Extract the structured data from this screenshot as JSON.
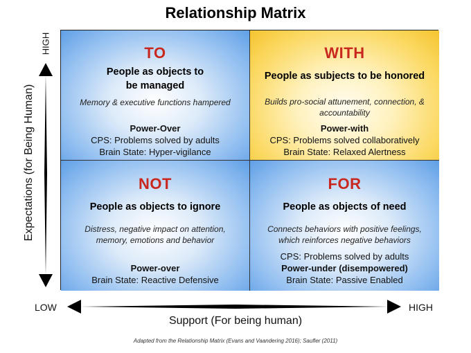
{
  "title": "Relationship Matrix",
  "y_axis": {
    "label": "Expectations (for Being Human)",
    "high": "HIGH"
  },
  "x_axis": {
    "label": "Support (For being human)",
    "low": "LOW",
    "high": "HIGH"
  },
  "quadrants": {
    "to": {
      "title": "TO",
      "subtitle_line1": "People as objects to",
      "subtitle_line2": "be managed",
      "description": "Memory & executive functions hampered",
      "line1": "Power-Over",
      "line2": "CPS: Problems solved by adults",
      "line3": "Brain State: Hyper-vigilance"
    },
    "with": {
      "title": "WITH",
      "subtitle": "People as subjects to be honored",
      "description_line1": "Builds pro-social attunement, connection, &",
      "description_line2": "accountability",
      "line1": "Power-with",
      "line2": "CPS: Problems solved collaboratively",
      "line3": "Brain State: Relaxed Alertness"
    },
    "not": {
      "title": "NOT",
      "subtitle": "People as objects to ignore",
      "description_line1": "Distress, negative impact on attention,",
      "description_line2": "memory, emotions and behavior",
      "line1": "Power-over",
      "line2": "Brain State: Reactive Defensive"
    },
    "for": {
      "title": "FOR",
      "subtitle": "People as objects of need",
      "description_line1": "Connects behaviors with positive feelings,",
      "description_line2": "which reinforces negative behaviors",
      "line1": "CPS: Problems solved by adults",
      "line2": "Power-under (disempowered)",
      "line3": "Brain State: Passive Enabled"
    }
  },
  "footnote": "Adapted from the Relationship Matrix (Evans and Vaandering 2016); Saufler (2011)",
  "colors": {
    "quadrant_title": "#c8281e",
    "blue_quadrant": "#5f9fe6",
    "yellow_quadrant": "#f5c430",
    "arrow": "#000000"
  }
}
